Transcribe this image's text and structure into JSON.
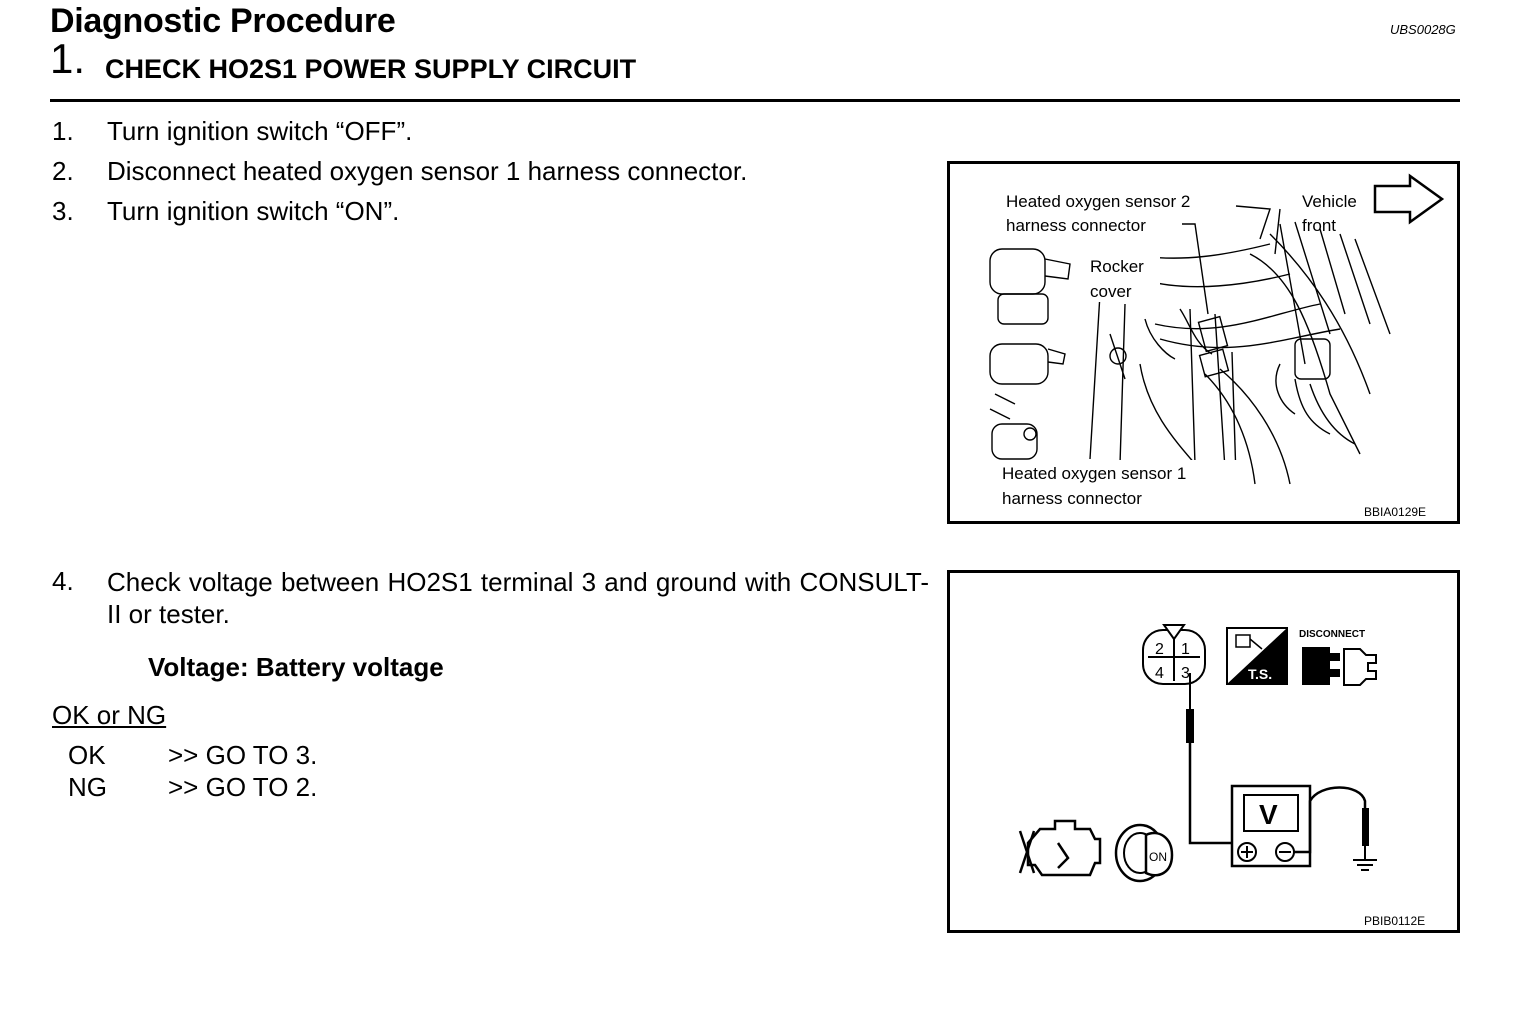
{
  "header": {
    "title": "Diagnostic Procedure",
    "doc_id": "UBS0028G",
    "step_number": "1.",
    "step_title": "CHECK HO2S1 POWER SUPPLY CIRCUIT"
  },
  "steps": [
    {
      "num": "1.",
      "text": "Turn ignition switch “OFF”."
    },
    {
      "num": "2.",
      "text": "Disconnect heated oxygen sensor 1 harness connector."
    },
    {
      "num": "3.",
      "text": "Turn ignition switch “ON”."
    },
    {
      "num": "4.",
      "text": "Check voltage between HO2S1 terminal 3 and ground with CONSULT-II or tester."
    }
  ],
  "spec": "Voltage: Battery voltage",
  "ok_ng": {
    "heading": "OK or NG",
    "results": [
      {
        "label": "OK",
        "action": ">> GO TO 3."
      },
      {
        "label": "NG",
        "action": ">> GO TO 2."
      }
    ]
  },
  "figure1": {
    "label_ho2s2_line1": "Heated oxygen sensor 2",
    "label_ho2s2_line2": "harness connector",
    "label_vehicle_line1": "Vehicle",
    "label_vehicle_line2": "front",
    "label_rocker_line1": "Rocker",
    "label_rocker_line2": "cover",
    "label_ho2s1_line1": "Heated oxygen sensor 1",
    "label_ho2s1_line2": "harness connector",
    "code": "BBIA0129E"
  },
  "figure2": {
    "terminals": [
      "2",
      "1",
      "4",
      "3"
    ],
    "disconnect_label": "DISCONNECT",
    "ts_label": "T.S.",
    "meter_label": "V",
    "key_label": "ON",
    "code": "PBIB0112E"
  }
}
